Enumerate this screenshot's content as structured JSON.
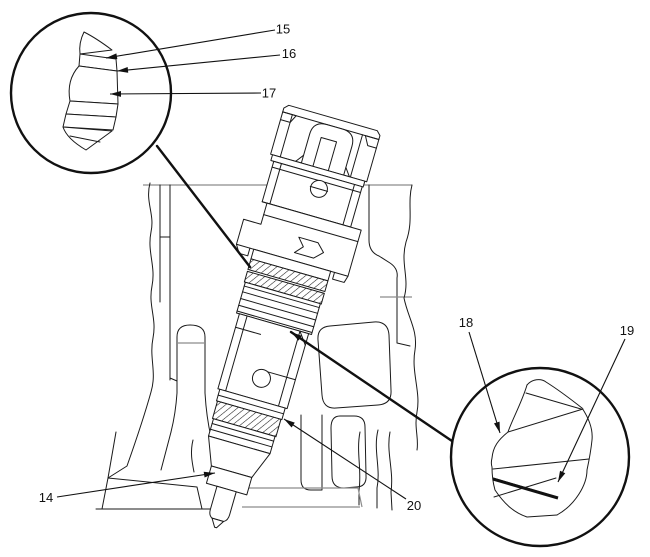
{
  "figure": {
    "title": "Fuel injector installation cross-section",
    "type": "technical line-art diagram",
    "background_color": "#ffffff",
    "line_color": "#1a1a1a",
    "secondary_line_color": "#8c8c8c",
    "views": {
      "main_view": "Unit fuel injector installed at an angle in a cylinder head cross-section",
      "detail_view_a": "Magnified circle detail of injector sleeve seat area (upper left)",
      "detail_view_b": "Magnified circle detail of injector lower seal area (lower right)"
    }
  },
  "callouts": [
    {
      "label": "14",
      "target": "injector nozzle tip at cylinder head deck"
    },
    {
      "label": "15",
      "target": "sleeve seat upper edge (detail A)"
    },
    {
      "label": "16",
      "target": "sleeve seat band (detail A)"
    },
    {
      "label": "17",
      "target": "sleeve body surface (detail A)"
    },
    {
      "label": "18",
      "target": "seal upper surface (detail B)"
    },
    {
      "label": "19",
      "target": "seal lower seam (detail B)"
    },
    {
      "label": "20",
      "target": "injector lower seal rings"
    }
  ]
}
